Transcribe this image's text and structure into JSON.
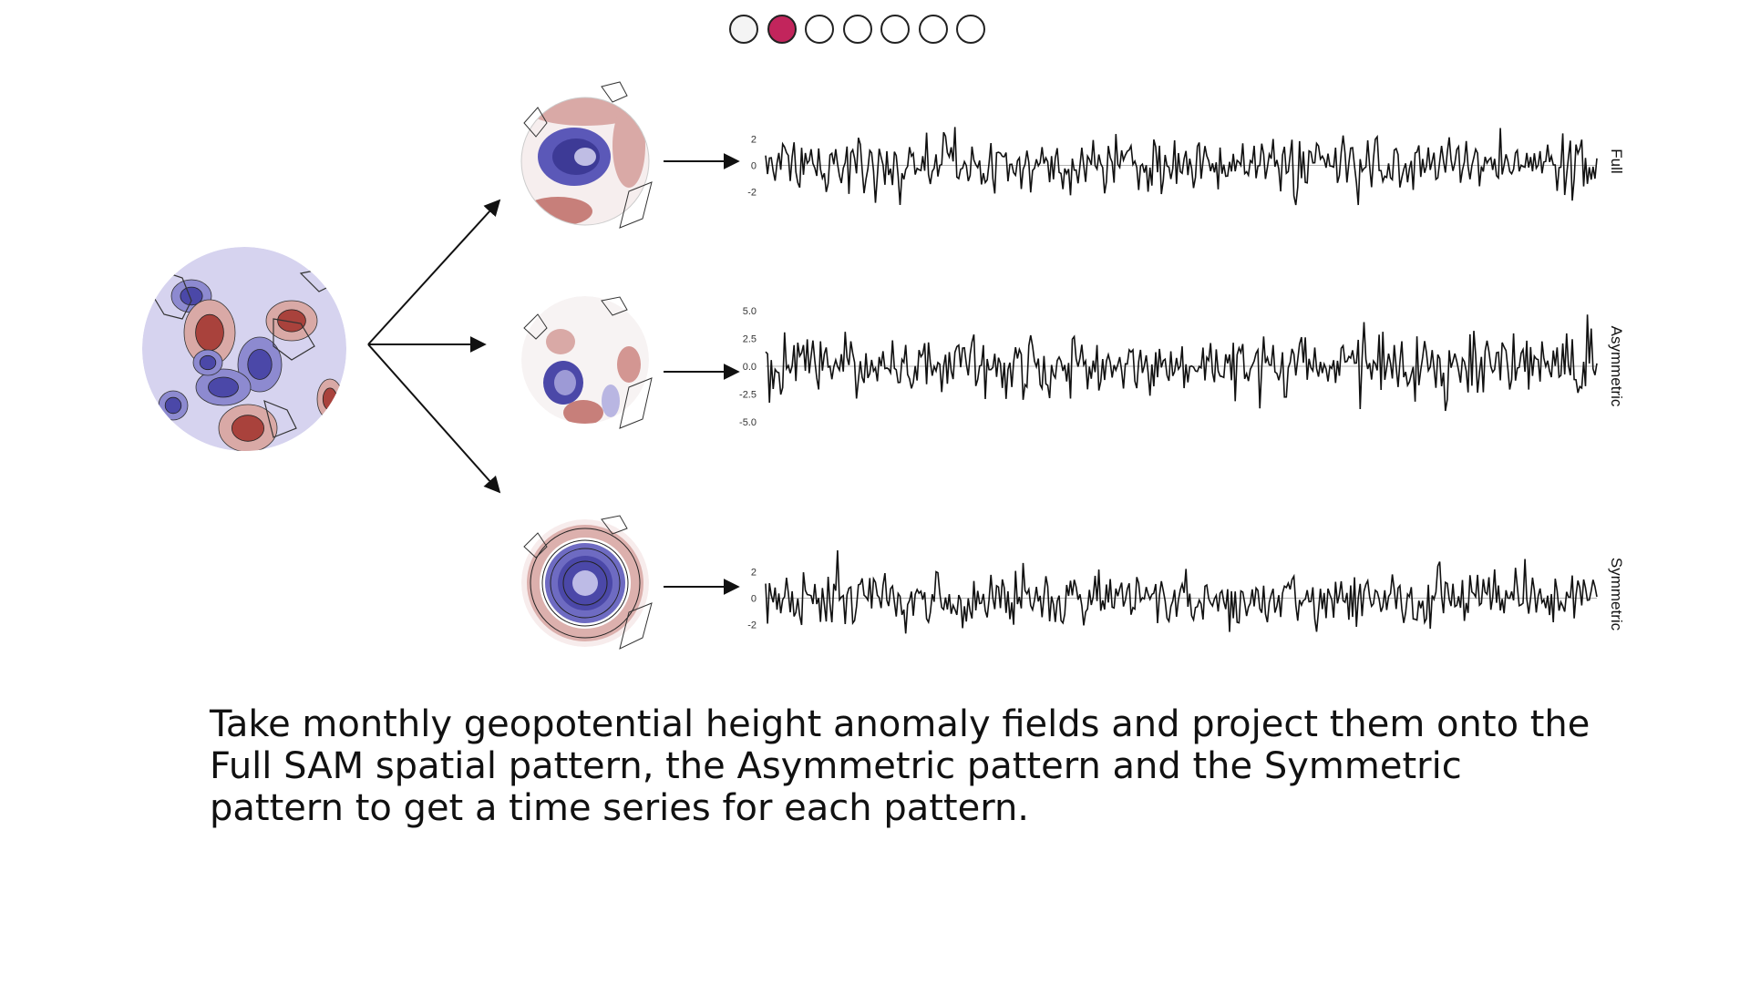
{
  "pager": {
    "count": 7,
    "active_index": 1,
    "active_color": "#c2255c"
  },
  "colors": {
    "positive": "#b5534d",
    "negative": "#4b48a8"
  },
  "panels": [
    {
      "label": "Full",
      "yticks": [
        "2",
        "0",
        "-2"
      ],
      "ylim": [
        -2.6,
        3.2
      ],
      "seed": 11,
      "amplitude": 0.95
    },
    {
      "label": "Asymmetric",
      "yticks": [
        "5.0",
        "2.5",
        "0.0",
        "-2.5",
        "-5.0"
      ],
      "ylim": [
        -5.4,
        5.4
      ],
      "seed": 29,
      "amplitude": 1.35
    },
    {
      "label": "Symmetric",
      "yticks": [
        "2",
        "0",
        "-2"
      ],
      "ylim": [
        -2.6,
        3.2
      ],
      "seed": 47,
      "amplitude": 0.95
    }
  ],
  "caption": "Take monthly geopotential height anomaly fields and project them onto the Full SAM spatial pattern, the Asymmetric pattern and the Symmetric pattern to get a time series for each pattern."
}
